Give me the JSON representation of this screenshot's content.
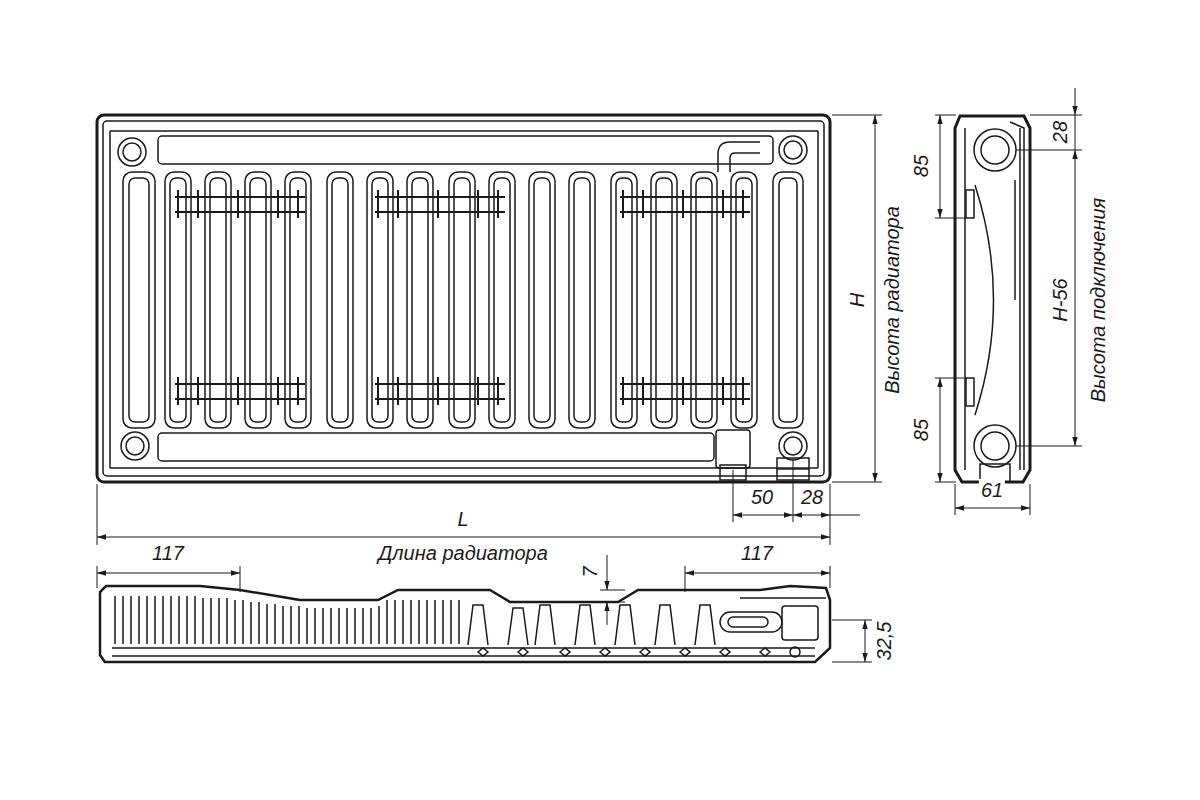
{
  "diagram": {
    "labels": [
      "117",
      "Длина радиатора",
      "7",
      "117",
      "32,5",
      "L",
      "50",
      "28",
      "H",
      "Высота радиатора",
      "85",
      "85",
      "28",
      "H-56",
      "Высота подключения",
      "61"
    ]
  }
}
